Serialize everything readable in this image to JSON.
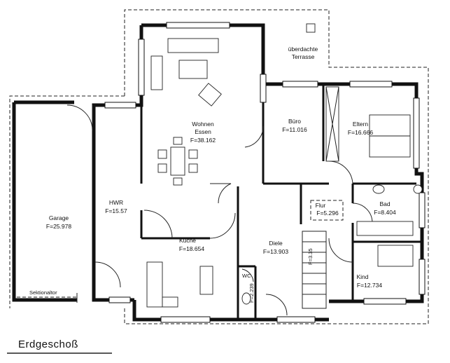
{
  "plan": {
    "title": "Erdgeschoß",
    "rooms": {
      "terrace": {
        "name": "überdachte",
        "name2": "Terrasse"
      },
      "wohnen": {
        "name": "Wohnen",
        "name2": "Essen",
        "area": "F=38.162"
      },
      "buero": {
        "name": "Büro",
        "area": "F=11.016"
      },
      "eltern": {
        "name": "Eltern",
        "area": "F=16.666"
      },
      "hwr": {
        "name": "HWR",
        "area": "F=15.57"
      },
      "garage": {
        "name": "Garage",
        "area": "F=25.978"
      },
      "flur": {
        "name": "Flur",
        "area": "F=5.296"
      },
      "bad": {
        "name": "Bad",
        "area": "F=8.404"
      },
      "kueche": {
        "name": "Küche",
        "area": "F=18.654"
      },
      "diele": {
        "name": "Diele",
        "area": "F=13.903"
      },
      "wc": {
        "name": "WC",
        "area": "F=2.239"
      },
      "kind": {
        "name": "Kind",
        "area": "F=12.734"
      },
      "stair": {
        "area": "F=3.35"
      }
    },
    "labels": {
      "sektionaltor": "Sektionaltor"
    }
  }
}
